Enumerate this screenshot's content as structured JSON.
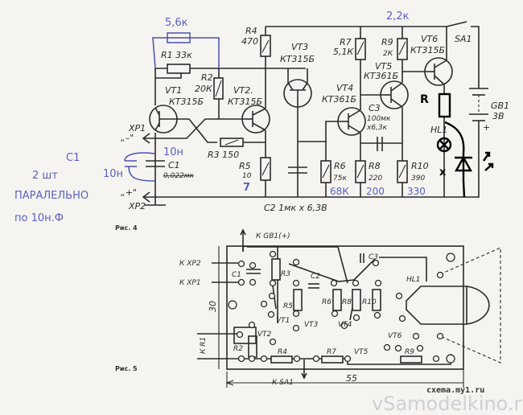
{
  "figure4": {
    "caption": "Рис. 4",
    "components": {
      "r1": "R1 33к",
      "r2_name": "R2",
      "r2_value": "20К",
      "r3": "R3 150",
      "r4_name": "R4",
      "r4_value": "470",
      "r5_name": "R5",
      "r5_value": "10",
      "r6_name": "R6",
      "r6_value": "75к",
      "r7_name": "R7",
      "r7_value": "5,1К",
      "r8_name": "R8",
      "r8_value": "220",
      "r9_name": "R9",
      "r9_value": "2К",
      "r10_name": "R10",
      "r10_value": "390",
      "vt1_name": "VT1",
      "vt1_type": "КТ315Б",
      "vt2_name": "VT2.",
      "vt2_type": "КТ315Б",
      "vt3_name": "VT3",
      "vt3_type": "КТ315Б",
      "vt4_name": "VT4",
      "vt4_type": "КТ361Б",
      "vt5_name": "VT5",
      "vt5_type": "КТ361Б",
      "vt6_name": "VT6",
      "vt6_type": "КТ315Б",
      "c1_name": "C1",
      "c1_value": "0,022мк",
      "c2": "C2 1мк х 6,3В",
      "c3_name": "C3",
      "c3_value": "100мк",
      "c3_voltage": "х6,3к",
      "hl1": "HL1",
      "sa1": "SA1",
      "gb1_name": "GB1",
      "gb1_value": "3В",
      "xp1": "ХР1",
      "xp1_sign": "„–\"",
      "xp2": "ХР2",
      "xp2_sign": "„+\""
    },
    "handwritten": {
      "parallel_resistor": "5,6к",
      "c1_cap_a": "10н",
      "c1_cap_b": "10н",
      "r5_new": "7",
      "r6_new": "68К",
      "r8_new": "200",
      "r9_new": "2,2к",
      "r10_new": "330",
      "relay": "R",
      "note_line1": "С1",
      "note_line2": "2 шт",
      "note_line3": "ПАРАЛЕЛЬНО",
      "note_line4": "по 10н.Ф",
      "mark_x": "x"
    }
  },
  "figure5": {
    "caption": "Рис. 5",
    "k_gb1": "К GB1(+)",
    "k_xp2": "К ХР2",
    "k_xp1": "К ХР1",
    "k_r1": "К R1",
    "k_sa1": "К SA1",
    "width": "55",
    "height": "30",
    "labels": [
      "C1",
      "R3",
      "C2",
      "R5",
      "R6",
      "R8",
      "R10",
      "HL1",
      "VT1",
      "VT2",
      "VT3",
      "VT4",
      "VT5",
      "VT6",
      "R2",
      "R4",
      "R7",
      "R9",
      "C3"
    ]
  },
  "watermark": {
    "site": "vSamodelkino.ru",
    "site2": "cxema.my1.ru"
  }
}
